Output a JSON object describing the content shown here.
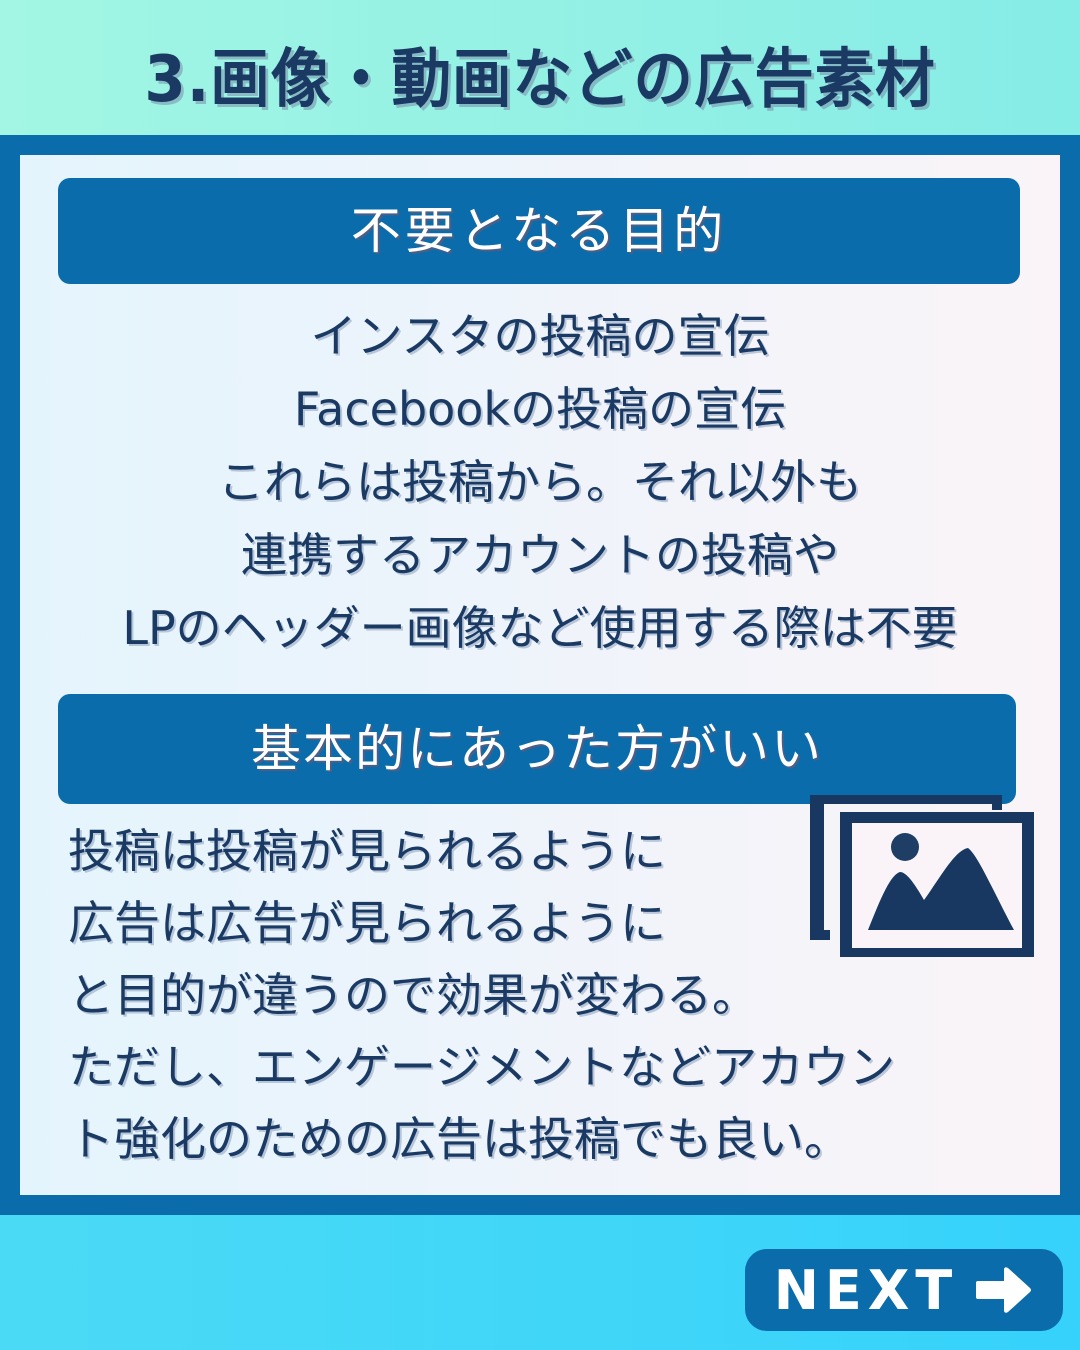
{
  "header": {
    "title": "3.画像・動画などの広告素材"
  },
  "sections": [
    {
      "heading": "不要となる目的",
      "lines": [
        "インスタの投稿の宣伝",
        "Facebookの投稿の宣伝",
        "これらは投稿から。それ以外も",
        "連携するアカウントの投稿や",
        "LPのヘッダー画像など使用する際は不要"
      ]
    },
    {
      "heading": "基本的にあった方がいい",
      "lines": [
        "投稿は投稿が見られるように",
        "広告は広告が見られるように",
        "と目的が違うので効果が変わる。",
        "ただし、エンゲージメントなどアカウン",
        "ト強化のための広告は投稿でも良い。"
      ]
    }
  ],
  "icons": {
    "illustration": "image-gallery-icon",
    "next_arrow": "arrow-right-icon"
  },
  "footer": {
    "next_label": "NEXT"
  },
  "colors": {
    "header_bg": "#a2f6e3",
    "frame": "#0a6cab",
    "text_dark": "#1a3a63",
    "footer_bg": "#3fd6f8",
    "button_bg": "#0a6cab"
  }
}
